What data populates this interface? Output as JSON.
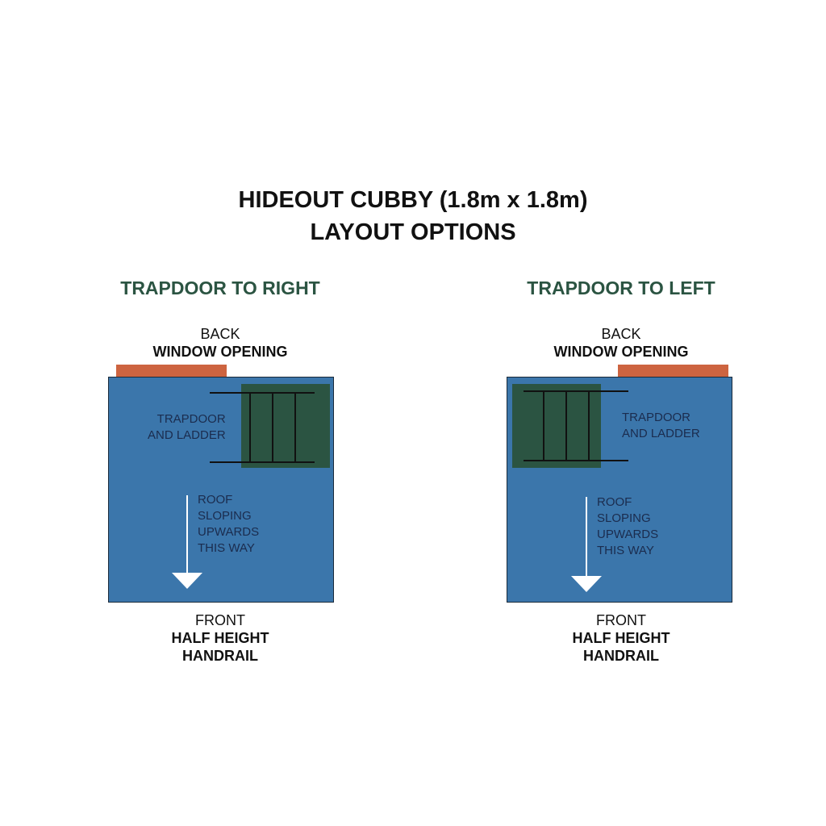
{
  "title": {
    "line1": "HIDEOUT CUBBY (1.8m x 1.8m)",
    "line2": "LAYOUT OPTIONS"
  },
  "colors": {
    "floor": "#3b76ab",
    "trapdoor": "#2b5442",
    "window": "#cd6440",
    "heading": "#2b5442"
  },
  "panels": [
    {
      "heading": "TRAPDOOR TO RIGHT",
      "back_label": "BACK",
      "window_label": "WINDOW OPENING",
      "trapdoor_label_1": "TRAPDOOR",
      "trapdoor_label_2": "AND LADDER",
      "roof_line_1": "ROOF",
      "roof_line_2": "SLOPING",
      "roof_line_3": "UPWARDS",
      "roof_line_4": "THIS WAY",
      "front_label": "FRONT",
      "rail_line_1": "HALF HEIGHT",
      "rail_line_2": "HANDRAIL"
    },
    {
      "heading": "TRAPDOOR TO LEFT",
      "back_label": "BACK",
      "window_label": "WINDOW OPENING",
      "trapdoor_label_1": "TRAPDOOR",
      "trapdoor_label_2": "AND LADDER",
      "roof_line_1": "ROOF",
      "roof_line_2": "SLOPING",
      "roof_line_3": "UPWARDS",
      "roof_line_4": "THIS WAY",
      "front_label": "FRONT",
      "rail_line_1": "HALF HEIGHT",
      "rail_line_2": "HANDRAIL"
    }
  ]
}
